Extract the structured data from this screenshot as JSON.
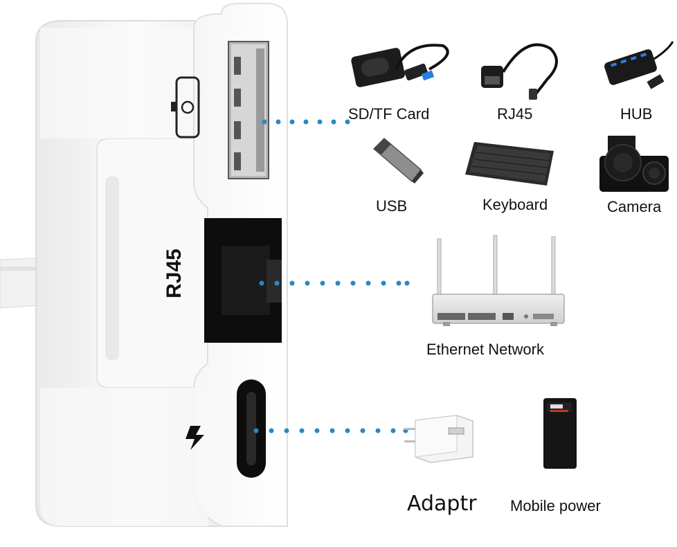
{
  "labels": {
    "sd_tf_card": "SD/TF Card",
    "rj45": "RJ45",
    "hub": "HUB",
    "usb": "USB",
    "keyboard": "Keyboard",
    "camera": "Camera",
    "ethernet_network": "Ethernet Network",
    "adapter": "Adaptr",
    "mobile_power": "Mobile power",
    "port_label_rj45": "RJ45"
  },
  "icons": {
    "camera_port": "camera-icon",
    "charging": "lightning-icon"
  },
  "colors": {
    "connector_dots": "#2e86c1",
    "device_body": "#f4f4f4",
    "port_black": "#0d0d0d"
  }
}
